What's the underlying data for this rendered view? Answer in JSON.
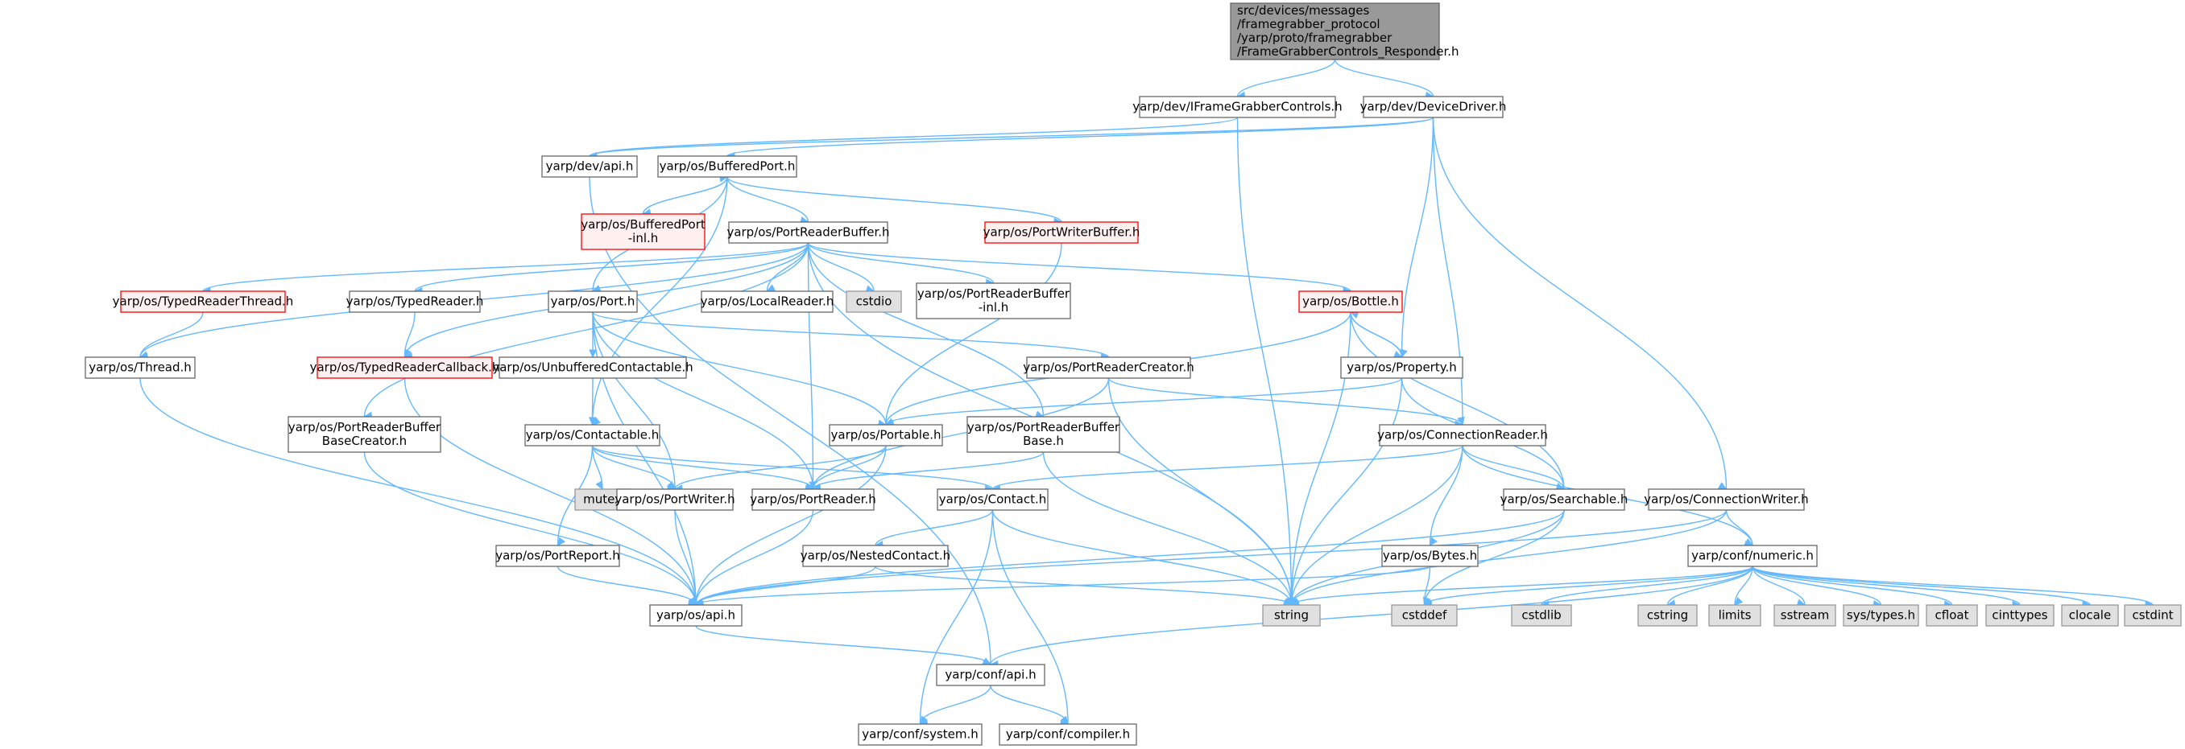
{
  "colors": {
    "root_fill": "#999999",
    "root_stroke": "#666666",
    "normal_fill": "#ffffff",
    "normal_stroke": "#666666",
    "truncated_fill": "#fff0f0",
    "truncated_stroke": "#ff0000",
    "system_fill": "#e0e0e0",
    "system_stroke": "#999999",
    "edge": "#63b8ff"
  },
  "nodes": [
    {
      "id": "root",
      "lines": [
        "src/devices/messages",
        "/framegrabber_protocol",
        "/yarp/proto/framegrabber",
        "/FrameGrabberControls_Responder.h"
      ],
      "kind": "root"
    },
    {
      "id": "iframegrabber",
      "lines": [
        "yarp/dev/IFrameGrabberControls.h"
      ],
      "kind": "normal"
    },
    {
      "id": "devicedriver",
      "lines": [
        "yarp/dev/DeviceDriver.h"
      ],
      "kind": "normal"
    },
    {
      "id": "devapi",
      "lines": [
        "yarp/dev/api.h"
      ],
      "kind": "normal"
    },
    {
      "id": "bufferedport",
      "lines": [
        "yarp/os/BufferedPort.h"
      ],
      "kind": "normal"
    },
    {
      "id": "bufferedportinl",
      "lines": [
        "yarp/os/BufferedPort",
        "-inl.h"
      ],
      "kind": "truncated"
    },
    {
      "id": "portreaderbuffer",
      "lines": [
        "yarp/os/PortReaderBuffer.h"
      ],
      "kind": "normal"
    },
    {
      "id": "portwriterbuffer",
      "lines": [
        "yarp/os/PortWriterBuffer.h"
      ],
      "kind": "truncated"
    },
    {
      "id": "typedreaderthread",
      "lines": [
        "yarp/os/TypedReaderThread.h"
      ],
      "kind": "truncated"
    },
    {
      "id": "typedreader",
      "lines": [
        "yarp/os/TypedReader.h"
      ],
      "kind": "normal"
    },
    {
      "id": "port",
      "lines": [
        "yarp/os/Port.h"
      ],
      "kind": "normal"
    },
    {
      "id": "localreader",
      "lines": [
        "yarp/os/LocalReader.h"
      ],
      "kind": "normal"
    },
    {
      "id": "cstdio",
      "lines": [
        "cstdio"
      ],
      "kind": "system"
    },
    {
      "id": "portreaderbufferinl",
      "lines": [
        "yarp/os/PortReaderBuffer",
        "-inl.h"
      ],
      "kind": "normal"
    },
    {
      "id": "bottle",
      "lines": [
        "yarp/os/Bottle.h"
      ],
      "kind": "truncated"
    },
    {
      "id": "thread",
      "lines": [
        "yarp/os/Thread.h"
      ],
      "kind": "normal"
    },
    {
      "id": "typedreadercallback",
      "lines": [
        "yarp/os/TypedReaderCallback.h"
      ],
      "kind": "truncated"
    },
    {
      "id": "unbufferedcontactable",
      "lines": [
        "yarp/os/UnbufferedContactable.h"
      ],
      "kind": "normal"
    },
    {
      "id": "portreadercreator",
      "lines": [
        "yarp/os/PortReaderCreator.h"
      ],
      "kind": "normal"
    },
    {
      "id": "property",
      "lines": [
        "yarp/os/Property.h"
      ],
      "kind": "normal"
    },
    {
      "id": "portreaderbufferbasecreator",
      "lines": [
        "yarp/os/PortReaderBuffer",
        "BaseCreator.h"
      ],
      "kind": "normal"
    },
    {
      "id": "contactable",
      "lines": [
        "yarp/os/Contactable.h"
      ],
      "kind": "normal"
    },
    {
      "id": "portable",
      "lines": [
        "yarp/os/Portable.h"
      ],
      "kind": "normal"
    },
    {
      "id": "portreaderbufferbase",
      "lines": [
        "yarp/os/PortReaderBuffer",
        "Base.h"
      ],
      "kind": "normal"
    },
    {
      "id": "connectionreader",
      "lines": [
        "yarp/os/ConnectionReader.h"
      ],
      "kind": "normal"
    },
    {
      "id": "mutex",
      "lines": [
        "mutex"
      ],
      "kind": "system"
    },
    {
      "id": "portwriter",
      "lines": [
        "yarp/os/PortWriter.h"
      ],
      "kind": "normal"
    },
    {
      "id": "portreader",
      "lines": [
        "yarp/os/PortReader.h"
      ],
      "kind": "normal"
    },
    {
      "id": "contact",
      "lines": [
        "yarp/os/Contact.h"
      ],
      "kind": "normal"
    },
    {
      "id": "searchable",
      "lines": [
        "yarp/os/Searchable.h"
      ],
      "kind": "normal"
    },
    {
      "id": "connectionwriter",
      "lines": [
        "yarp/os/ConnectionWriter.h"
      ],
      "kind": "normal"
    },
    {
      "id": "portreport",
      "lines": [
        "yarp/os/PortReport.h"
      ],
      "kind": "normal"
    },
    {
      "id": "nestedcontact",
      "lines": [
        "yarp/os/NestedContact.h"
      ],
      "kind": "normal"
    },
    {
      "id": "bytes",
      "lines": [
        "yarp/os/Bytes.h"
      ],
      "kind": "normal"
    },
    {
      "id": "numeric",
      "lines": [
        "yarp/conf/numeric.h"
      ],
      "kind": "normal"
    },
    {
      "id": "osapi",
      "lines": [
        "yarp/os/api.h"
      ],
      "kind": "normal"
    },
    {
      "id": "string",
      "lines": [
        "string"
      ],
      "kind": "system"
    },
    {
      "id": "cstddef",
      "lines": [
        "cstddef"
      ],
      "kind": "system"
    },
    {
      "id": "cstdlib",
      "lines": [
        "cstdlib"
      ],
      "kind": "system"
    },
    {
      "id": "cstring",
      "lines": [
        "cstring"
      ],
      "kind": "system"
    },
    {
      "id": "limits",
      "lines": [
        "limits"
      ],
      "kind": "system"
    },
    {
      "id": "sstream",
      "lines": [
        "sstream"
      ],
      "kind": "system"
    },
    {
      "id": "systypes",
      "lines": [
        "sys/types.h"
      ],
      "kind": "system"
    },
    {
      "id": "cfloat",
      "lines": [
        "cfloat"
      ],
      "kind": "system"
    },
    {
      "id": "cinttypes",
      "lines": [
        "cinttypes"
      ],
      "kind": "system"
    },
    {
      "id": "clocale",
      "lines": [
        "clocale"
      ],
      "kind": "system"
    },
    {
      "id": "cstdint",
      "lines": [
        "cstdint"
      ],
      "kind": "system"
    },
    {
      "id": "confapi",
      "lines": [
        "yarp/conf/api.h"
      ],
      "kind": "normal"
    },
    {
      "id": "confsystem",
      "lines": [
        "yarp/conf/system.h"
      ],
      "kind": "normal"
    },
    {
      "id": "confcompiler",
      "lines": [
        "yarp/conf/compiler.h"
      ],
      "kind": "normal"
    }
  ],
  "edges": [
    [
      "root",
      "iframegrabber"
    ],
    [
      "root",
      "devicedriver"
    ],
    [
      "iframegrabber",
      "devapi"
    ],
    [
      "iframegrabber",
      "string"
    ],
    [
      "devicedriver",
      "devapi"
    ],
    [
      "devicedriver",
      "bufferedport"
    ],
    [
      "devicedriver",
      "property"
    ],
    [
      "devicedriver",
      "connectionreader"
    ],
    [
      "devicedriver",
      "connectionwriter"
    ],
    [
      "devapi",
      "confapi"
    ],
    [
      "bufferedport",
      "bufferedportinl"
    ],
    [
      "bufferedportinl",
      "bufferedport"
    ],
    [
      "bufferedport",
      "portreaderbuffer"
    ],
    [
      "bufferedport",
      "portwriterbuffer"
    ],
    [
      "bufferedport",
      "port"
    ],
    [
      "bufferedport",
      "contactable"
    ],
    [
      "portreaderbuffer",
      "typedreaderthread"
    ],
    [
      "portreaderbuffer",
      "typedreader"
    ],
    [
      "portreaderbuffer",
      "localreader"
    ],
    [
      "portreaderbuffer",
      "cstdio"
    ],
    [
      "portreaderbuffer",
      "portreaderbufferinl"
    ],
    [
      "portreaderbuffer",
      "bottle"
    ],
    [
      "portreaderbuffer",
      "thread"
    ],
    [
      "portreaderbuffer",
      "typedreadercallback"
    ],
    [
      "portreaderbuffer",
      "portreaderbufferbasecreator"
    ],
    [
      "portreaderbuffer",
      "portreader"
    ],
    [
      "portreaderbuffer",
      "portreaderbufferbase"
    ],
    [
      "portreaderbuffer",
      "string"
    ],
    [
      "portwriterbuffer",
      "portable"
    ],
    [
      "typedreaderthread",
      "thread"
    ],
    [
      "typedreader",
      "typedreadercallback"
    ],
    [
      "port",
      "unbufferedcontactable"
    ],
    [
      "port",
      "portreadercreator"
    ],
    [
      "port",
      "portable"
    ],
    [
      "port",
      "portwriter"
    ],
    [
      "port",
      "portreader"
    ],
    [
      "port",
      "osapi"
    ],
    [
      "bottle",
      "property"
    ],
    [
      "property",
      "bottle"
    ],
    [
      "bottle",
      "portable"
    ],
    [
      "bottle",
      "searchable"
    ],
    [
      "bottle",
      "string"
    ],
    [
      "thread",
      "osapi"
    ],
    [
      "typedreadercallback",
      "osapi"
    ],
    [
      "unbufferedcontactable",
      "contactable"
    ],
    [
      "portreadercreator",
      "portreader"
    ],
    [
      "portreadercreator",
      "connectionreader"
    ],
    [
      "portreadercreator",
      "string"
    ],
    [
      "property",
      "portable"
    ],
    [
      "property",
      "searchable"
    ],
    [
      "property",
      "string"
    ],
    [
      "portreaderbufferbasecreator",
      "osapi"
    ],
    [
      "contactable",
      "mutex"
    ],
    [
      "contactable",
      "portwriter"
    ],
    [
      "contactable",
      "portreader"
    ],
    [
      "contactable",
      "contact"
    ],
    [
      "contactable",
      "portreport"
    ],
    [
      "portable",
      "portwriter"
    ],
    [
      "portable",
      "portreader"
    ],
    [
      "portable",
      "osapi"
    ],
    [
      "portreaderbufferbase",
      "portreader"
    ],
    [
      "portreaderbufferbase",
      "string"
    ],
    [
      "connectionreader",
      "contact"
    ],
    [
      "connectionreader",
      "searchable"
    ],
    [
      "connectionreader",
      "bytes"
    ],
    [
      "connectionreader",
      "numeric"
    ],
    [
      "connectionreader",
      "string"
    ],
    [
      "portwriter",
      "osapi"
    ],
    [
      "portreader",
      "osapi"
    ],
    [
      "contact",
      "nestedcontact"
    ],
    [
      "contact",
      "string"
    ],
    [
      "contact",
      "confsystem"
    ],
    [
      "contact",
      "confcompiler"
    ],
    [
      "searchable",
      "osapi"
    ],
    [
      "searchable",
      "string"
    ],
    [
      "searchable",
      "cstddef"
    ],
    [
      "connectionwriter",
      "numeric"
    ],
    [
      "connectionwriter",
      "osapi"
    ],
    [
      "connectionwriter",
      "string"
    ],
    [
      "portreport",
      "osapi"
    ],
    [
      "nestedcontact",
      "osapi"
    ],
    [
      "nestedcontact",
      "string"
    ],
    [
      "bytes",
      "osapi"
    ],
    [
      "bytes",
      "cstddef"
    ],
    [
      "numeric",
      "string"
    ],
    [
      "numeric",
      "cstddef"
    ],
    [
      "numeric",
      "cstdlib"
    ],
    [
      "numeric",
      "cstring"
    ],
    [
      "numeric",
      "limits"
    ],
    [
      "numeric",
      "sstream"
    ],
    [
      "numeric",
      "systypes"
    ],
    [
      "numeric",
      "cfloat"
    ],
    [
      "numeric",
      "cinttypes"
    ],
    [
      "numeric",
      "clocale"
    ],
    [
      "numeric",
      "cstdint"
    ],
    [
      "numeric",
      "confapi"
    ],
    [
      "osapi",
      "confapi"
    ],
    [
      "confapi",
      "confsystem"
    ],
    [
      "confapi",
      "confcompiler"
    ]
  ]
}
